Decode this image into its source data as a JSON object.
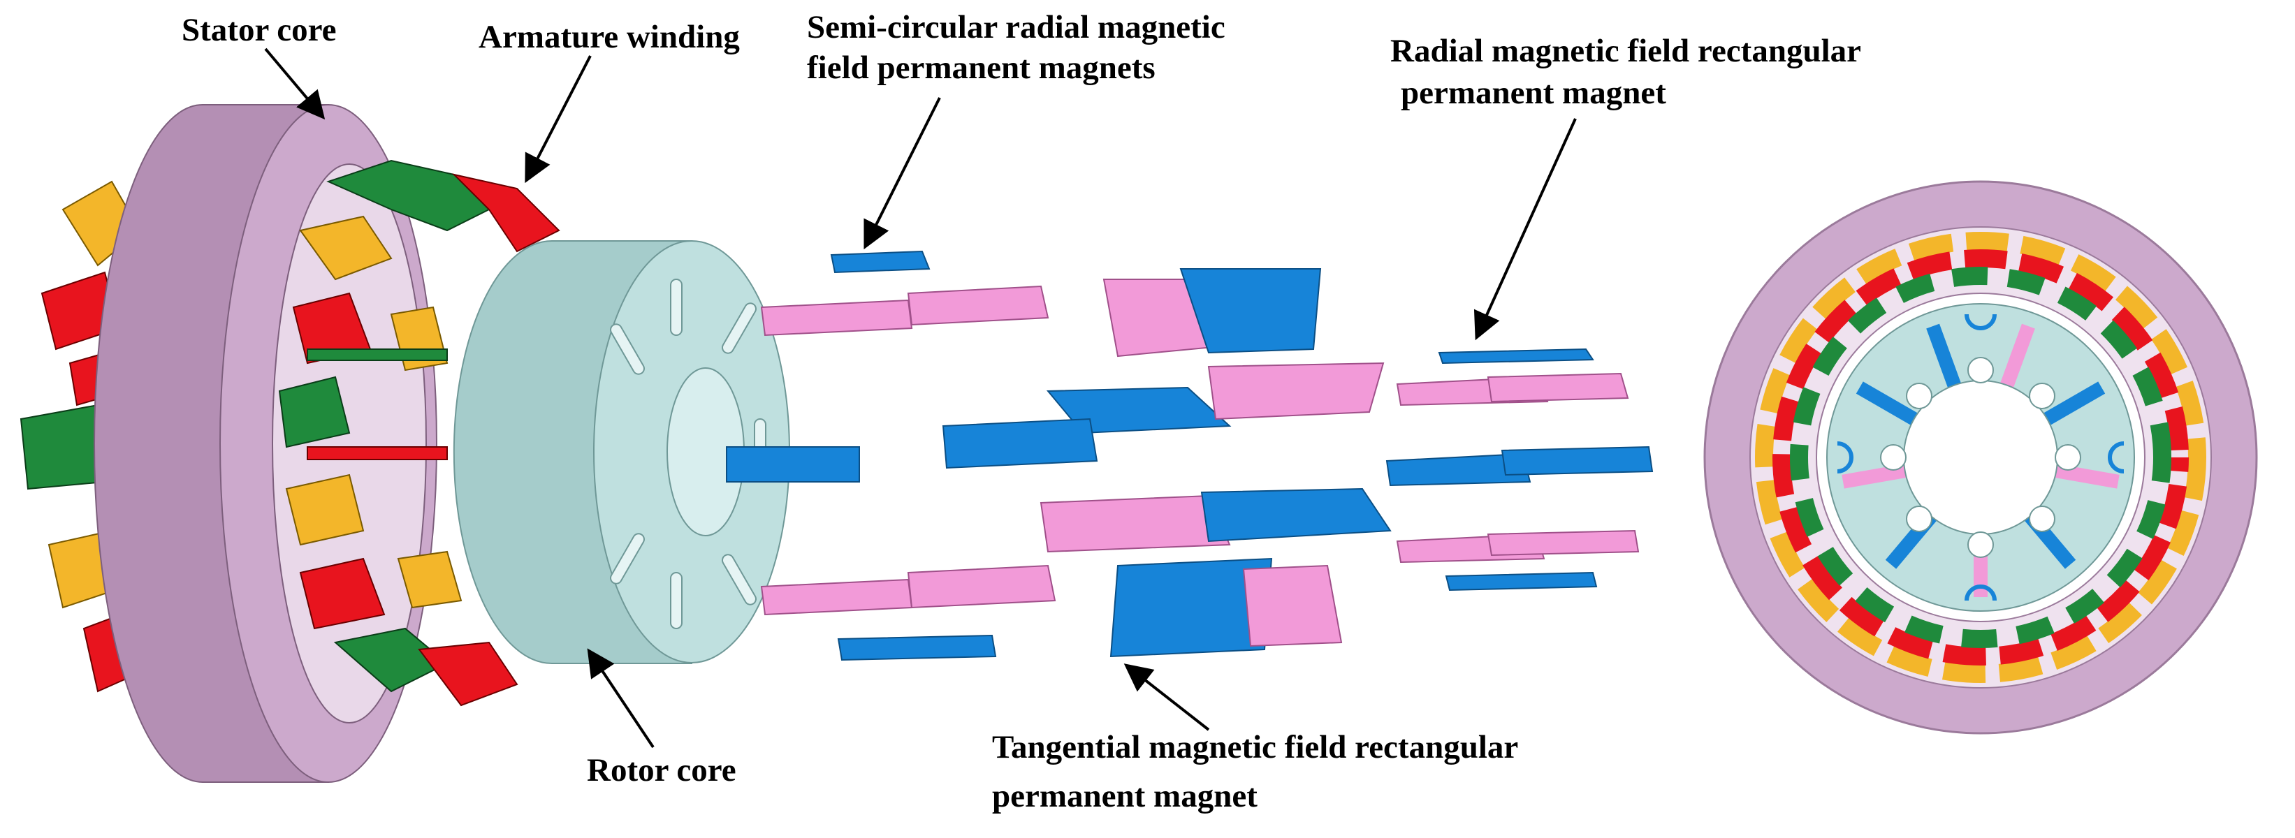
{
  "colors": {
    "stator": "#cca9cc",
    "stator_side": "#b48fb4",
    "rotor": "#bfe0df",
    "rotor_side": "#a5cccb",
    "winding_red": "#e8141e",
    "winding_green": "#1f8a3c",
    "winding_yellow": "#f3b62a",
    "magnet_blue": "#1784d8",
    "magnet_pink": "#f29ad8"
  },
  "labels": {
    "stator_core": "Stator core",
    "armature_winding": "Armature winding",
    "semicircular_line1": "Semi-circular radial magnetic",
    "semicircular_line2": "field permanent magnets",
    "radial_rect_line1": "Radial magnetic field rectangular",
    "radial_rect_line2": "permanent magnet",
    "rotor_core": "Rotor core",
    "tangential_line1": "Tangential magnetic field rectangular",
    "tangential_line2": "permanent magnet"
  }
}
